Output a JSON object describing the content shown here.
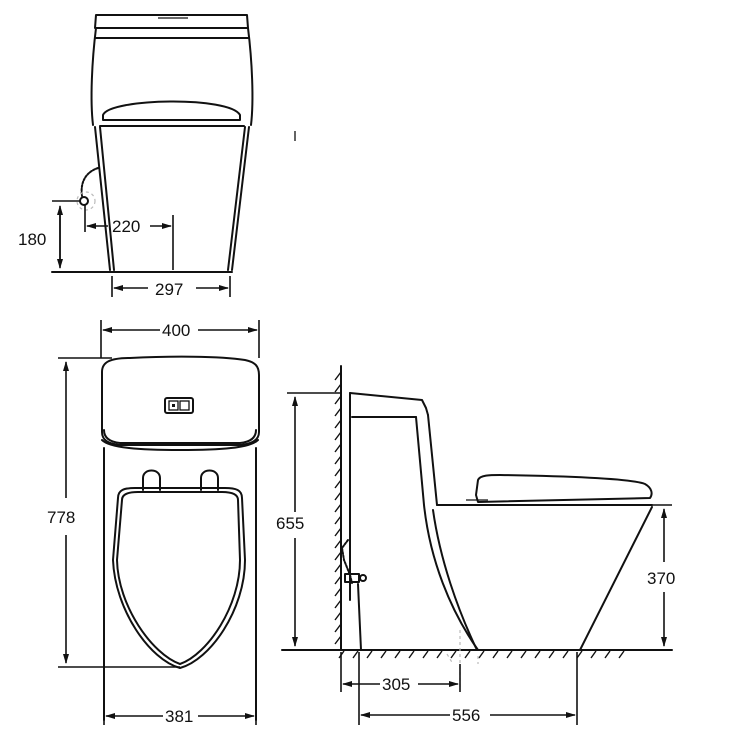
{
  "diagram": {
    "type": "technical drawing - one-piece toilet dimensions",
    "units": "mm",
    "views": {
      "front": {
        "dimensions": {
          "inlet_height": "180",
          "inlet_to_center": "220",
          "base_width": "297"
        }
      },
      "top": {
        "dimensions": {
          "tank_width": "400",
          "overall_length": "778",
          "bowl_width": "381"
        }
      },
      "side": {
        "dimensions": {
          "overall_height": "655",
          "bowl_rim_height": "370",
          "wall_to_outlet": "305",
          "base_depth": "556"
        }
      }
    }
  }
}
